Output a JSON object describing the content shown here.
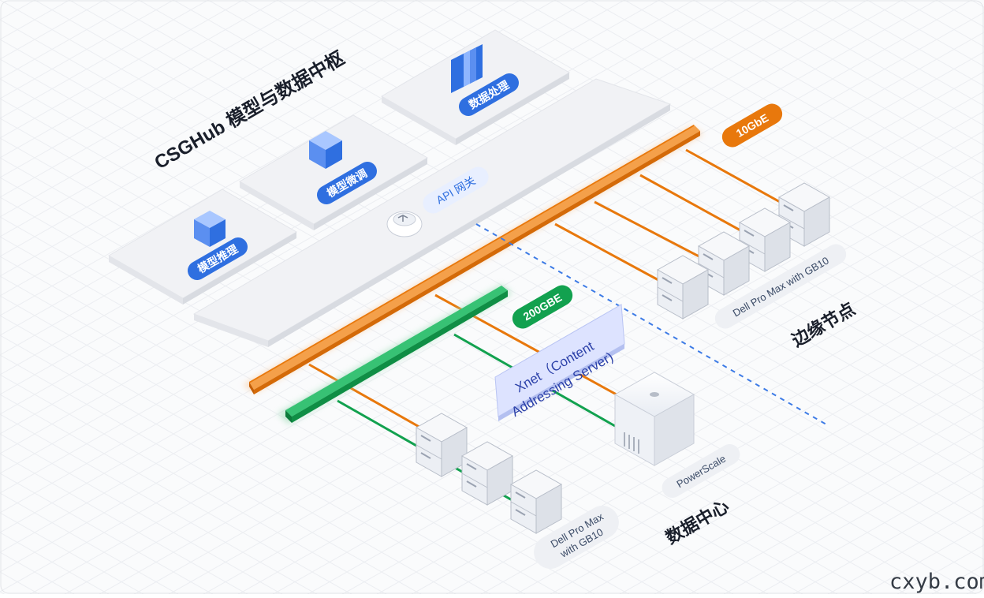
{
  "hub_title": "CSGHub 模型与数据中枢",
  "modules": {
    "inference": "模型推理",
    "finetune": "模型微调",
    "data_processing": "数据处理"
  },
  "api_gateway": "API 网关",
  "links": {
    "edge_speed": "10GbE",
    "dc_speed": "200GBE"
  },
  "xnet": {
    "line1": "Xnet（Content",
    "line2": "Addressing Server)"
  },
  "edge": {
    "node_label": "Dell Pro Max with GB10",
    "zone_label": "边缘节点"
  },
  "datacenter": {
    "node_label_line1": "Dell Pro Max",
    "node_label_line2": "with GB10",
    "storage_label": "PowerScale",
    "zone_label": "数据中心"
  },
  "watermark": "cxyb.com",
  "colors": {
    "orange": "#e8780c",
    "green": "#12a14f",
    "blue_pill": "#2f6fe0",
    "divider": "#3d7be6"
  }
}
